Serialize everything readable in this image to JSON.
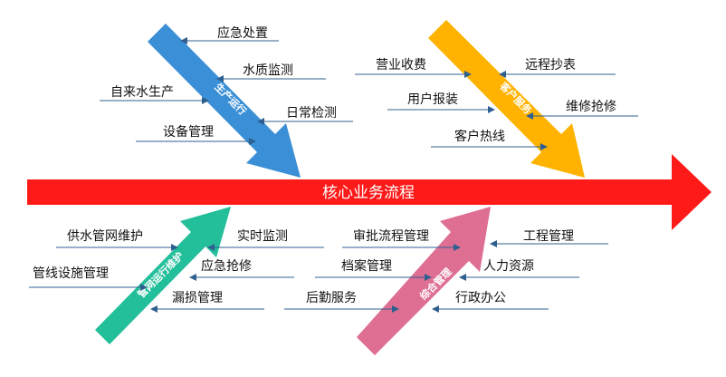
{
  "diagram": {
    "spine_title": "核心业务流程",
    "colors": {
      "spine": "#ff1a1a",
      "production": "#3a8fd6",
      "customer": "#ffb300",
      "network": "#23bf9a",
      "management": "#de6f93",
      "connector": "#2f5f8f"
    },
    "branches": {
      "production": {
        "title": "生产运行",
        "causes": [
          "应急处置",
          "水质监测",
          "自来水生产",
          "日常检测",
          "设备管理"
        ]
      },
      "customer": {
        "title": "客户服务",
        "causes": [
          "营业收费",
          "远程抄表",
          "用户报装",
          "维修抢修",
          "客户热线"
        ]
      },
      "network": {
        "title": "管网运行维护",
        "causes": [
          "供水管网维护",
          "实时监测",
          "应急抢修",
          "管线设施管理",
          "漏损管理"
        ]
      },
      "management": {
        "title": "综合管理",
        "causes": [
          "审批流程管理",
          "工程管理",
          "档案管理",
          "人力资源",
          "后勤服务",
          "行政办公"
        ]
      }
    }
  }
}
